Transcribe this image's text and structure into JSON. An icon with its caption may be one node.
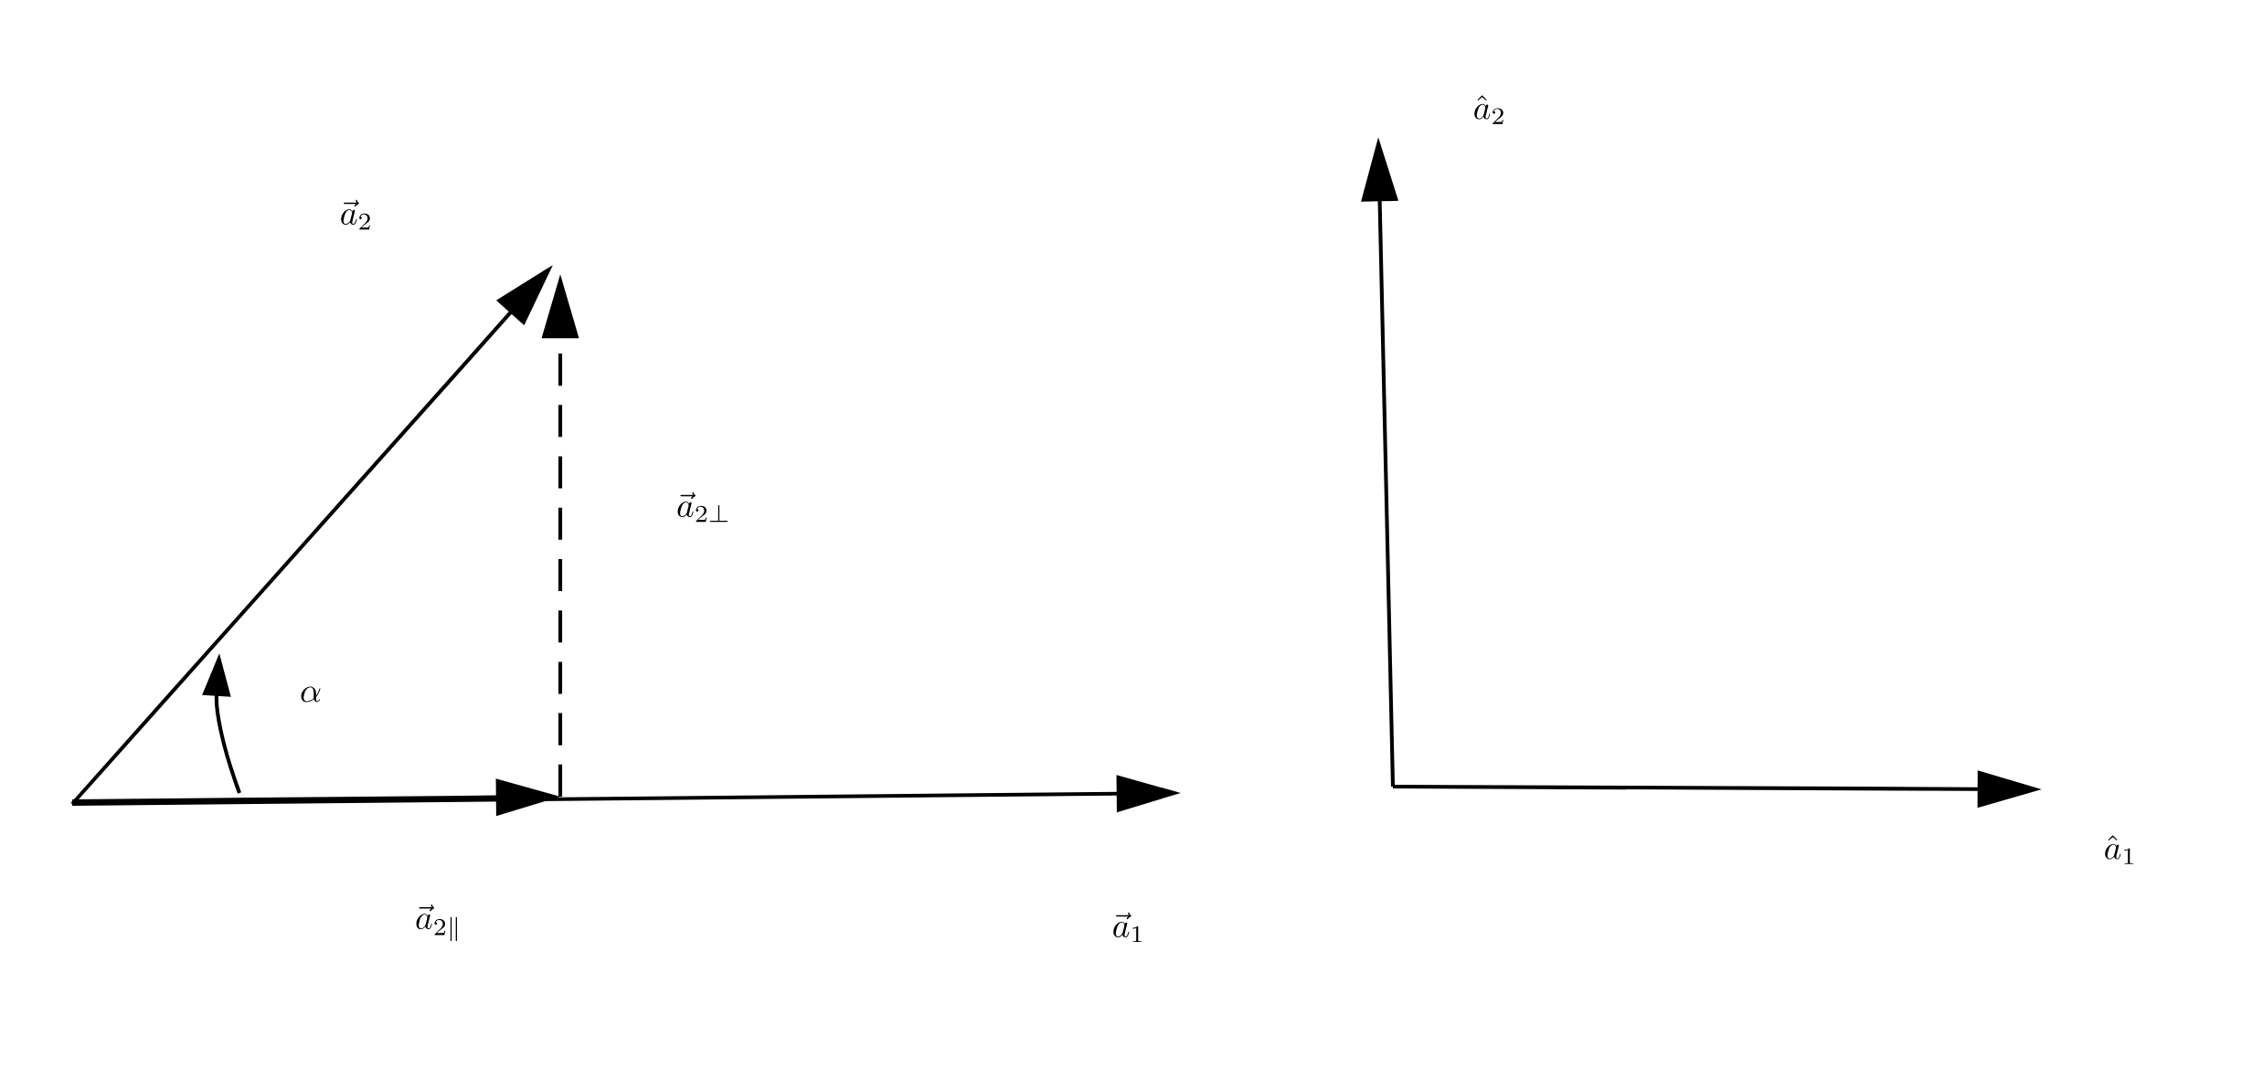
{
  "diagram": {
    "labels": [
      "\\vec{a}_2",
      "\\vec{a}_{2\\perp}",
      "\\alpha",
      "\\vec{a}_{2\\parallel}",
      "\\vec{a}_1",
      "\\hat{a}_2",
      "\\hat{a}_1"
    ]
  }
}
